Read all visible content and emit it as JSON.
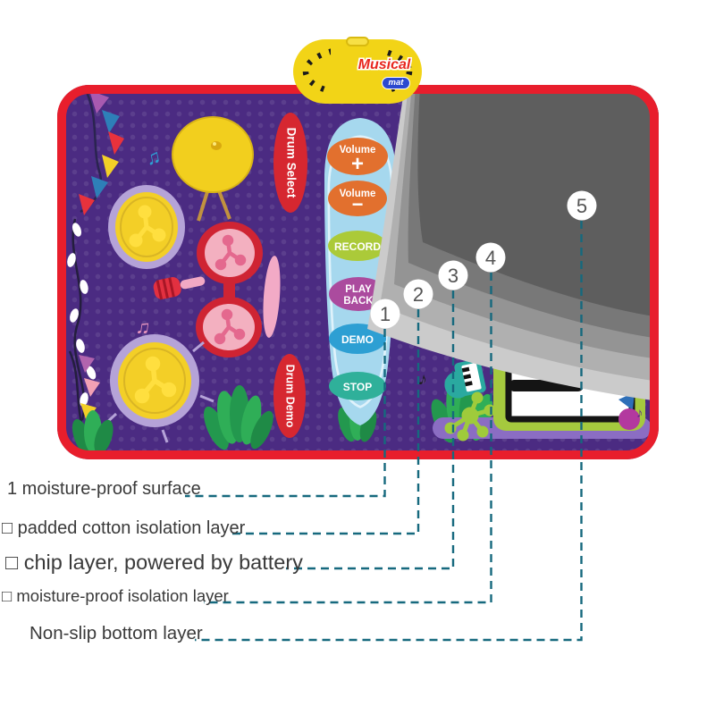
{
  "brand": {
    "name": "Musical",
    "sub": "mat"
  },
  "mat": {
    "drum_select": "Drum Select",
    "drum_demo": "Drum Demo",
    "buttons": [
      {
        "line1": "Volume",
        "line2": "+",
        "color": "#e2702e"
      },
      {
        "line1": "Volume",
        "line2": "−",
        "color": "#e2702e"
      },
      {
        "line1": "RECORD",
        "line2": "",
        "color": "#abca39"
      },
      {
        "line1": "PLAY",
        "line2": "BACK",
        "color": "#ab4b9e"
      },
      {
        "line1": "DEMO",
        "line2": "",
        "color": "#2d9fd3"
      },
      {
        "line1": "STOP",
        "line2": "",
        "color": "#2fb09a"
      }
    ],
    "colors": {
      "border": "#e81e2c",
      "surface": "#4b2b82",
      "fold_grays": [
        "#cbcbcb",
        "#b0b0b0",
        "#949494",
        "#787878",
        "#5e5e5e"
      ]
    }
  },
  "callouts": {
    "line_color": "#16697e",
    "items": [
      {
        "number": "1",
        "label": "1 moisture-proof surface"
      },
      {
        "number": "2",
        "label": "□ padded cotton isolation layer"
      },
      {
        "number": "3",
        "label": "□ chip layer, powered by battery"
      },
      {
        "number": "4",
        "label": "□ moisture-proof isolation layer"
      },
      {
        "number": "5",
        "label": "Non-slip bottom layer"
      }
    ]
  }
}
